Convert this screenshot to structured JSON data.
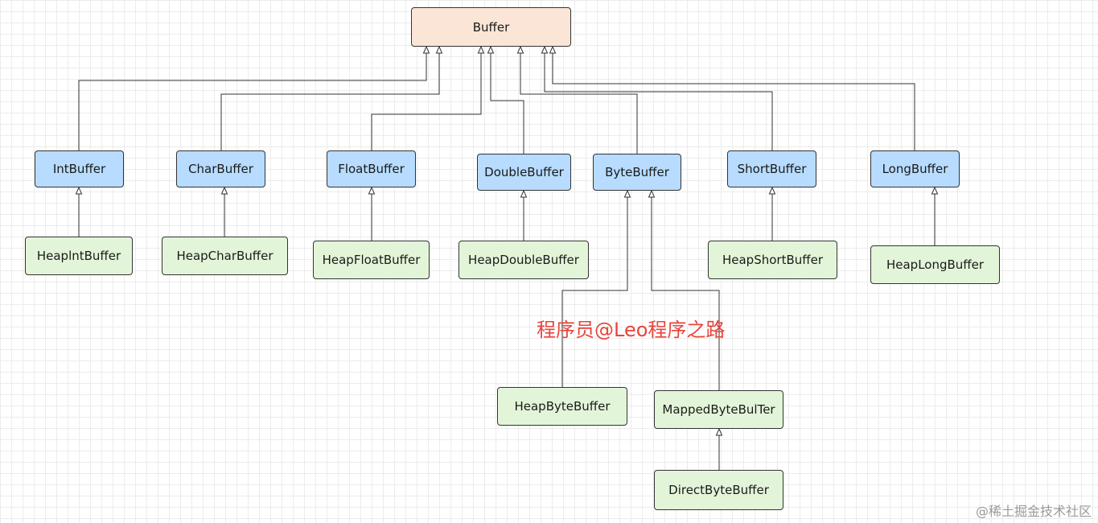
{
  "diagram": {
    "root": {
      "label": "Buffer"
    },
    "subclasses": [
      {
        "key": "int",
        "label": "IntBuffer",
        "children": [
          "HeaplntBuffer"
        ]
      },
      {
        "key": "char",
        "label": "CharBuffer",
        "children": [
          "HeapCharBuffer"
        ]
      },
      {
        "key": "float",
        "label": "FloatBuffer",
        "children": [
          "HeapFloatBuffer"
        ]
      },
      {
        "key": "double",
        "label": "DoubleBuffer",
        "children": [
          "HeapDoubleBuffer"
        ]
      },
      {
        "key": "byte",
        "label": "ByteBuffer",
        "children": [
          "HeapByteBuffer",
          "MappedByteBulTer"
        ]
      },
      {
        "key": "short",
        "label": "ShortBuffer",
        "children": [
          "HeapShortBuffer"
        ]
      },
      {
        "key": "long",
        "label": "LongBuffer",
        "children": [
          "HeapLongBuffer"
        ]
      }
    ],
    "leaves": {
      "heapint": "HeaplntBuffer",
      "heapchar": "HeapCharBuffer",
      "heapfloat": "HeapFloatBuffer",
      "heapdouble": "HeapDoubleBuffer",
      "heapshort": "HeapShortBuffer",
      "heaplong": "HeapLongBuffer",
      "heapbyte": "HeapByteBuffer",
      "mapped": "MappedByteBulTer",
      "direct": "DirectByteBuffer"
    },
    "mapped_children": [
      "DirectByteBuffer"
    ],
    "colors": {
      "root_fill": "#fbe5d6",
      "subclass_fill": "#b7dcff",
      "leaf_fill": "#e3f5d8",
      "border": "#333333",
      "edge": "#333333"
    }
  },
  "watermark": "程序员@Leo程序之路",
  "credit": "@稀土掘金技术社区",
  "watermark_color": "#e8453c"
}
